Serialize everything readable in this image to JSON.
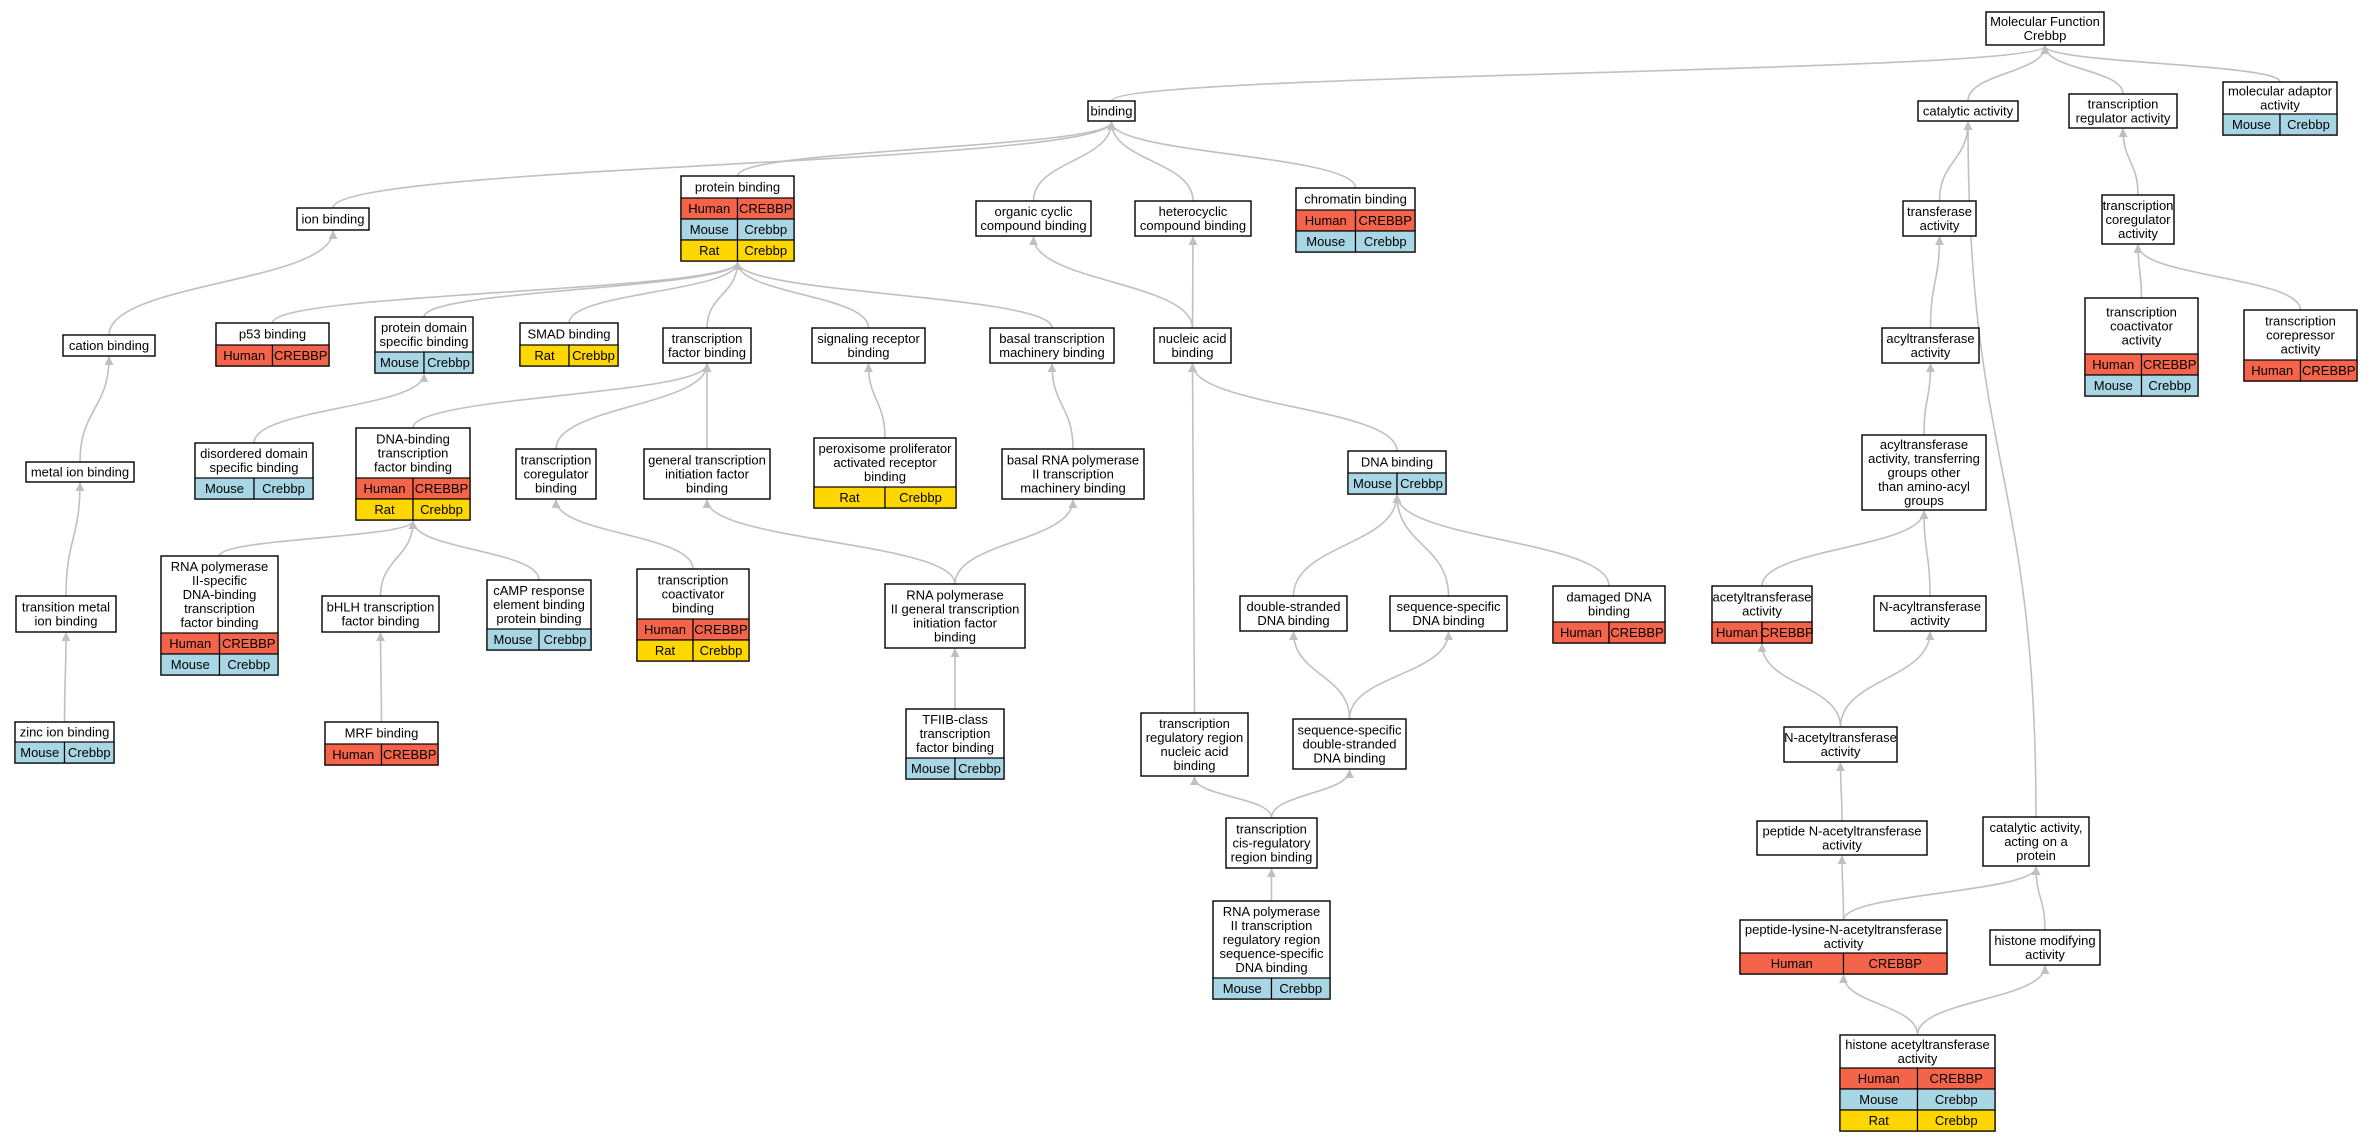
{
  "colors": {
    "Human": "#f4644a",
    "Mouse": "#a9d6e5",
    "Rat": "#ffd700",
    "edge": "#c0c0c0",
    "border": "#000000"
  },
  "nodes": [
    {
      "id": "mf",
      "label": [
        "Molecular Function",
        "Crebbp"
      ],
      "rows": []
    },
    {
      "id": "binding",
      "label": [
        "binding"
      ],
      "rows": []
    },
    {
      "id": "catalytic",
      "label": [
        "catalytic activity"
      ],
      "rows": []
    },
    {
      "id": "treg",
      "label": [
        "transcription",
        "regulator activity"
      ],
      "rows": []
    },
    {
      "id": "molad",
      "label": [
        "molecular adaptor",
        "activity"
      ],
      "rows": [
        [
          "Mouse",
          "Crebbp"
        ]
      ]
    },
    {
      "id": "ionb",
      "label": [
        "ion binding"
      ],
      "rows": []
    },
    {
      "id": "protb",
      "label": [
        "protein binding"
      ],
      "rows": [
        [
          "Human",
          "CREBBP"
        ],
        [
          "Mouse",
          "Crebbp"
        ],
        [
          "Rat",
          "Crebbp"
        ]
      ]
    },
    {
      "id": "orgcyc",
      "label": [
        "organic cyclic",
        "compound binding"
      ],
      "rows": []
    },
    {
      "id": "hetcyc",
      "label": [
        "heterocyclic",
        "compound binding"
      ],
      "rows": []
    },
    {
      "id": "chromb",
      "label": [
        "chromatin binding"
      ],
      "rows": [
        [
          "Human",
          "CREBBP"
        ],
        [
          "Mouse",
          "Crebbp"
        ]
      ]
    },
    {
      "id": "transf",
      "label": [
        "transferase",
        "activity"
      ],
      "rows": []
    },
    {
      "id": "tcoreg2",
      "label": [
        "transcription",
        "coregulator",
        "activity"
      ],
      "rows": []
    },
    {
      "id": "cationb",
      "label": [
        "cation binding"
      ],
      "rows": []
    },
    {
      "id": "p53b",
      "label": [
        "p53 binding"
      ],
      "rows": [
        [
          "Human",
          "CREBBP"
        ]
      ]
    },
    {
      "id": "pdomb",
      "label": [
        "protein domain",
        "specific binding"
      ],
      "rows": [
        [
          "Mouse",
          "Crebbp"
        ]
      ]
    },
    {
      "id": "smadb",
      "label": [
        "SMAD binding"
      ],
      "rows": [
        [
          "Rat",
          "Crebbp"
        ]
      ]
    },
    {
      "id": "tfb",
      "label": [
        "transcription",
        "factor binding"
      ],
      "rows": []
    },
    {
      "id": "sigrec",
      "label": [
        "signaling receptor",
        "binding"
      ],
      "rows": []
    },
    {
      "id": "btmb",
      "label": [
        "basal transcription",
        "machinery binding"
      ],
      "rows": []
    },
    {
      "id": "nab",
      "label": [
        "nucleic acid",
        "binding"
      ],
      "rows": []
    },
    {
      "id": "acyltr",
      "label": [
        "acyltransferase",
        "activity"
      ],
      "rows": []
    },
    {
      "id": "tcoact2",
      "label": [
        "transcription",
        "coactivator",
        "activity"
      ],
      "rows": [
        [
          "Human",
          "CREBBP"
        ],
        [
          "Mouse",
          "Crebbp"
        ]
      ]
    },
    {
      "id": "tcorep",
      "label": [
        "transcription",
        "corepressor",
        "activity"
      ],
      "rows": [
        [
          "Human",
          "CREBBP"
        ]
      ]
    },
    {
      "id": "metalb",
      "label": [
        "metal ion binding"
      ],
      "rows": []
    },
    {
      "id": "disb",
      "label": [
        "disordered domain",
        "specific binding"
      ],
      "rows": [
        [
          "Mouse",
          "Crebbp"
        ]
      ]
    },
    {
      "id": "dnabtf",
      "label": [
        "DNA-binding",
        "transcription",
        "factor binding"
      ],
      "rows": [
        [
          "Human",
          "CREBBP"
        ],
        [
          "Rat",
          "Crebbp"
        ]
      ]
    },
    {
      "id": "tcoregb",
      "label": [
        "transcription",
        "coregulator",
        "binding"
      ],
      "rows": []
    },
    {
      "id": "gtifb",
      "label": [
        "general transcription",
        "initiation factor",
        "binding"
      ],
      "rows": []
    },
    {
      "id": "ppar",
      "label": [
        "peroxisome proliferator",
        "activated receptor",
        "binding"
      ],
      "rows": [
        [
          "Rat",
          "Crebbp"
        ]
      ]
    },
    {
      "id": "brnap",
      "label": [
        "basal RNA polymerase",
        "II transcription",
        "machinery binding"
      ],
      "rows": []
    },
    {
      "id": "dnab",
      "label": [
        "DNA binding"
      ],
      "rows": [
        [
          "Mouse",
          "Crebbp"
        ]
      ]
    },
    {
      "id": "acylnon",
      "label": [
        "acyltransferase",
        "activity, transferring",
        "groups other",
        "than amino-acyl",
        "groups"
      ],
      "rows": []
    },
    {
      "id": "tmib",
      "label": [
        "transition metal",
        "ion binding"
      ],
      "rows": []
    },
    {
      "id": "rnapdna",
      "label": [
        "RNA polymerase",
        "II-specific",
        "DNA-binding",
        "transcription",
        "factor binding"
      ],
      "rows": [
        [
          "Human",
          "CREBBP"
        ],
        [
          "Mouse",
          "Crebbp"
        ]
      ]
    },
    {
      "id": "bhlh",
      "label": [
        "bHLH transcription",
        "factor binding"
      ],
      "rows": []
    },
    {
      "id": "camp",
      "label": [
        "cAMP response",
        "element binding",
        "protein binding"
      ],
      "rows": [
        [
          "Mouse",
          "Crebbp"
        ]
      ]
    },
    {
      "id": "tcoactb",
      "label": [
        "transcription",
        "coactivator",
        "binding"
      ],
      "rows": [
        [
          "Human",
          "CREBBP"
        ],
        [
          "Rat",
          "Crebbp"
        ]
      ]
    },
    {
      "id": "rnapgen",
      "label": [
        "RNA polymerase",
        "II general transcription",
        "initiation factor",
        "binding"
      ],
      "rows": []
    },
    {
      "id": "dsdna",
      "label": [
        "double-stranded",
        "DNA binding"
      ],
      "rows": []
    },
    {
      "id": "ssdna",
      "label": [
        "sequence-specific",
        "DNA binding"
      ],
      "rows": []
    },
    {
      "id": "dmgdna",
      "label": [
        "damaged DNA",
        "binding"
      ],
      "rows": [
        [
          "Human",
          "CREBBP"
        ]
      ]
    },
    {
      "id": "acetyl",
      "label": [
        "acetyltransferase",
        "activity"
      ],
      "rows": [
        [
          "Human",
          "CREBBP"
        ]
      ]
    },
    {
      "id": "nacyl",
      "label": [
        "N-acyltransferase",
        "activity"
      ],
      "rows": []
    },
    {
      "id": "zinc",
      "label": [
        "zinc ion binding"
      ],
      "rows": [
        [
          "Mouse",
          "Crebbp"
        ]
      ]
    },
    {
      "id": "mrf",
      "label": [
        "MRF binding"
      ],
      "rows": [
        [
          "Human",
          "CREBBP"
        ]
      ]
    },
    {
      "id": "tfiib",
      "label": [
        "TFIIB-class",
        "transcription",
        "factor binding"
      ],
      "rows": [
        [
          "Mouse",
          "Crebbp"
        ]
      ]
    },
    {
      "id": "treg_na",
      "label": [
        "transcription",
        "regulatory region",
        "nucleic acid",
        "binding"
      ],
      "rows": []
    },
    {
      "id": "ssds",
      "label": [
        "sequence-specific",
        "double-stranded",
        "DNA binding"
      ],
      "rows": []
    },
    {
      "id": "nacet",
      "label": [
        "N-acetyltransferase",
        "activity"
      ],
      "rows": []
    },
    {
      "id": "tcis",
      "label": [
        "transcription",
        "cis-regulatory",
        "region binding"
      ],
      "rows": []
    },
    {
      "id": "pepnacet",
      "label": [
        "peptide N-acetyltransferase",
        "activity"
      ],
      "rows": []
    },
    {
      "id": "catprot",
      "label": [
        "catalytic activity,",
        "acting on a",
        "protein"
      ],
      "rows": []
    },
    {
      "id": "rnapreg",
      "label": [
        "RNA polymerase",
        "II transcription",
        "regulatory region",
        "sequence-specific",
        "DNA binding"
      ],
      "rows": [
        [
          "Mouse",
          "Crebbp"
        ]
      ]
    },
    {
      "id": "peplys",
      "label": [
        "peptide-lysine-N-acetyltransferase",
        "activity"
      ],
      "rows": [
        [
          "Human",
          "CREBBP"
        ]
      ]
    },
    {
      "id": "histmod",
      "label": [
        "histone modifying",
        "activity"
      ],
      "rows": []
    },
    {
      "id": "hat",
      "label": [
        "histone acetyltransferase",
        "activity"
      ],
      "rows": [
        [
          "Human",
          "CREBBP"
        ],
        [
          "Mouse",
          "Crebbp"
        ],
        [
          "Rat",
          "Crebbp"
        ]
      ]
    }
  ],
  "edges": [
    [
      "binding",
      "mf"
    ],
    [
      "catalytic",
      "mf"
    ],
    [
      "treg",
      "mf"
    ],
    [
      "molad",
      "mf"
    ],
    [
      "ionb",
      "binding"
    ],
    [
      "protb",
      "binding"
    ],
    [
      "orgcyc",
      "binding"
    ],
    [
      "hetcyc",
      "binding"
    ],
    [
      "chromb",
      "binding"
    ],
    [
      "transf",
      "catalytic"
    ],
    [
      "tcoreg2",
      "treg"
    ],
    [
      "cationb",
      "ionb"
    ],
    [
      "metalb",
      "cationb"
    ],
    [
      "tmib",
      "metalb"
    ],
    [
      "zinc",
      "tmib"
    ],
    [
      "p53b",
      "protb"
    ],
    [
      "pdomb",
      "protb"
    ],
    [
      "smadb",
      "protb"
    ],
    [
      "tfb",
      "protb"
    ],
    [
      "sigrec",
      "protb"
    ],
    [
      "btmb",
      "protb"
    ],
    [
      "disb",
      "pdomb"
    ],
    [
      "nab",
      "orgcyc"
    ],
    [
      "nab",
      "hetcyc"
    ],
    [
      "acyltr",
      "transf"
    ],
    [
      "tcoact2",
      "tcoreg2"
    ],
    [
      "tcorep",
      "tcoreg2"
    ],
    [
      "dnabtf",
      "tfb"
    ],
    [
      "tcoregb",
      "tfb"
    ],
    [
      "gtifb",
      "tfb"
    ],
    [
      "ppar",
      "sigrec"
    ],
    [
      "brnap",
      "btmb"
    ],
    [
      "dnab",
      "nab"
    ],
    [
      "treg_na",
      "nab"
    ],
    [
      "acylnon",
      "acyltr"
    ],
    [
      "rnapdna",
      "dnabtf"
    ],
    [
      "bhlh",
      "dnabtf"
    ],
    [
      "camp",
      "dnabtf"
    ],
    [
      "mrf",
      "bhlh"
    ],
    [
      "tcoactb",
      "tcoregb"
    ],
    [
      "rnapgen",
      "gtifb"
    ],
    [
      "rnapgen",
      "brnap"
    ],
    [
      "tfiib",
      "rnapgen"
    ],
    [
      "dsdna",
      "dnab"
    ],
    [
      "ssdna",
      "dnab"
    ],
    [
      "dmgdna",
      "dnab"
    ],
    [
      "ssds",
      "dsdna"
    ],
    [
      "ssds",
      "ssdna"
    ],
    [
      "tcis",
      "treg_na"
    ],
    [
      "tcis",
      "ssds"
    ],
    [
      "rnapreg",
      "tcis"
    ],
    [
      "acetyl",
      "acylnon"
    ],
    [
      "nacyl",
      "acylnon"
    ],
    [
      "nacet",
      "acetyl"
    ],
    [
      "nacet",
      "nacyl"
    ],
    [
      "pepnacet",
      "nacet"
    ],
    [
      "peplys",
      "pepnacet"
    ],
    [
      "catprot",
      "catalytic"
    ],
    [
      "peplys",
      "catprot"
    ],
    [
      "histmod",
      "catprot"
    ],
    [
      "hat",
      "peplys"
    ],
    [
      "hat",
      "histmod"
    ]
  ]
}
